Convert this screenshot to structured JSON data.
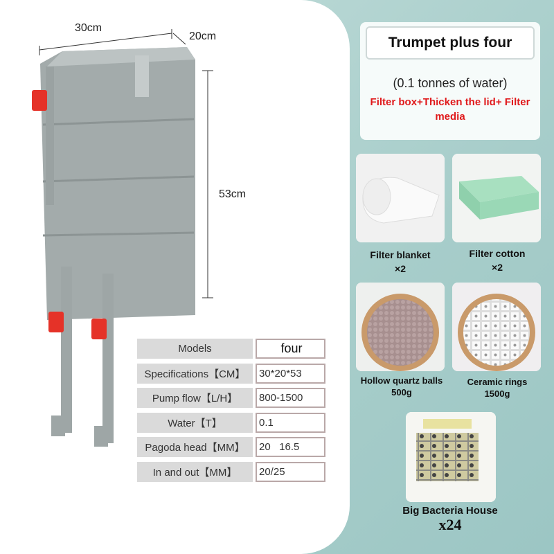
{
  "dimensions": {
    "width": "30cm",
    "depth": "20cm",
    "height": "53cm"
  },
  "spec_table": [
    {
      "label": "Models",
      "value": "four"
    },
    {
      "label": "Specifications【CM】",
      "value": "30*20*53"
    },
    {
      "label": "Pump flow【L/H】",
      "value": "800-1500"
    },
    {
      "label": "Water【T】",
      "value": "0.1"
    },
    {
      "label": "Pagoda head【MM】",
      "value": "20   16.5"
    },
    {
      "label": "In and out【MM】",
      "value": "20/25"
    }
  ],
  "header": {
    "title": "Trumpet plus four",
    "subtitle": "(0.1 tonnes of water)",
    "contents": "Filter box+Thicken the lid+ Filter media"
  },
  "items": [
    {
      "name": "Filter blanket",
      "qty": "×2"
    },
    {
      "name": "Filter cotton",
      "qty": "×2"
    },
    {
      "name": "Hollow quartz balls",
      "qty": "500g"
    },
    {
      "name": "Ceramic rings",
      "qty": "1500g"
    },
    {
      "name": "Big Bacteria House",
      "qty": "x24"
    }
  ],
  "colors": {
    "accent_red": "#e0191b",
    "box_gray": "#a8b0b0"
  }
}
